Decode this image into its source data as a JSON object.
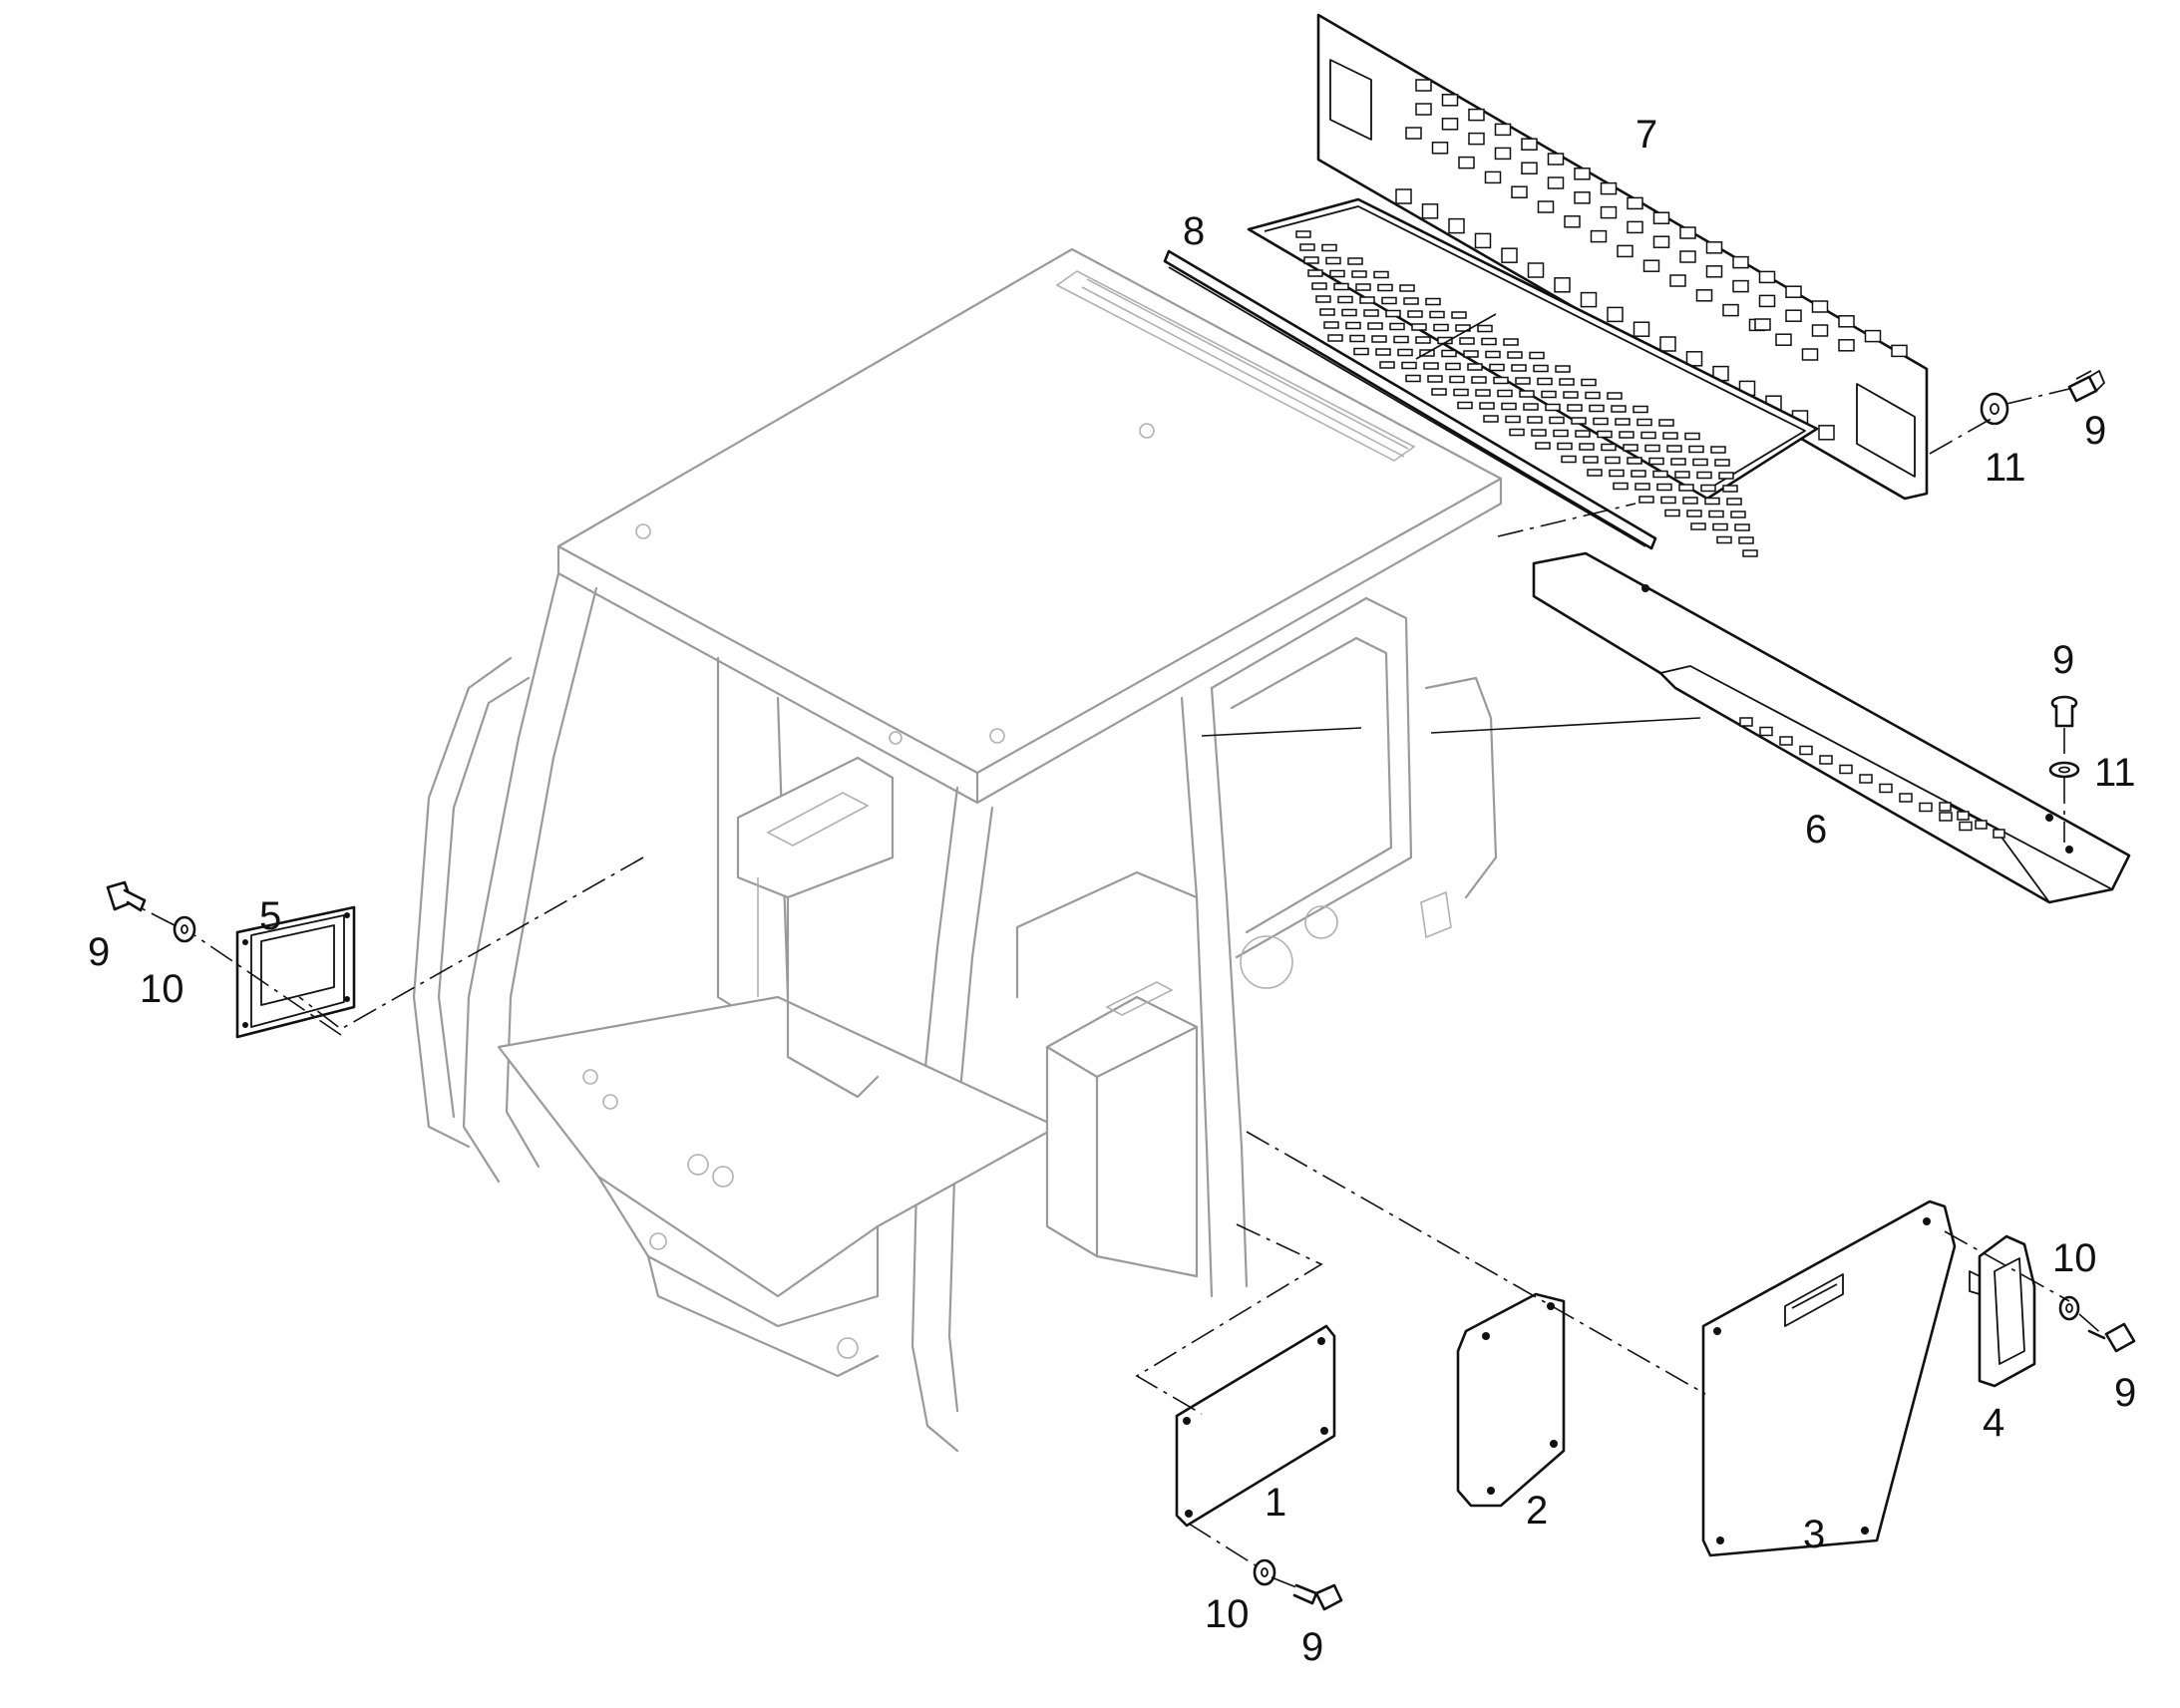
{
  "callouts": {
    "c1": "1",
    "c2": "2",
    "c3": "3",
    "c4": "4",
    "c5": "5",
    "c6": "6",
    "c7": "7",
    "c8": "8",
    "c9_top": "9",
    "c9_mid": "9",
    "c9_left": "9",
    "c9_right": "9",
    "c9_bottom": "9",
    "c10_left": "10",
    "c10_right": "10",
    "c10_bottom": "10",
    "c11_top": "11",
    "c11_mid": "11"
  }
}
